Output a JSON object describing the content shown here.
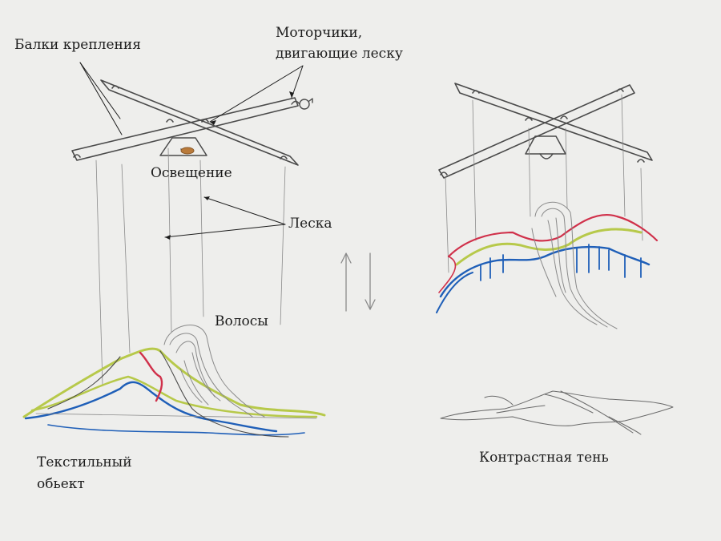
{
  "labels": {
    "beams": "Балки крепления",
    "motors_line1": "Моторчики,",
    "motors_line2": "двигающие леску",
    "lighting": "Освещение",
    "fishing_line": "Леска",
    "hair": "Волосы",
    "textile_line1": "Текстильный",
    "textile_line2": "обьект",
    "shadow": "Контрастная тень"
  },
  "colors": {
    "paper": "#eeeeec",
    "pencil": "#4a4a4a",
    "red": "#d0304a",
    "blue": "#1f5fb8",
    "green": "#b7c94a",
    "lamp": "#b97a3a"
  }
}
